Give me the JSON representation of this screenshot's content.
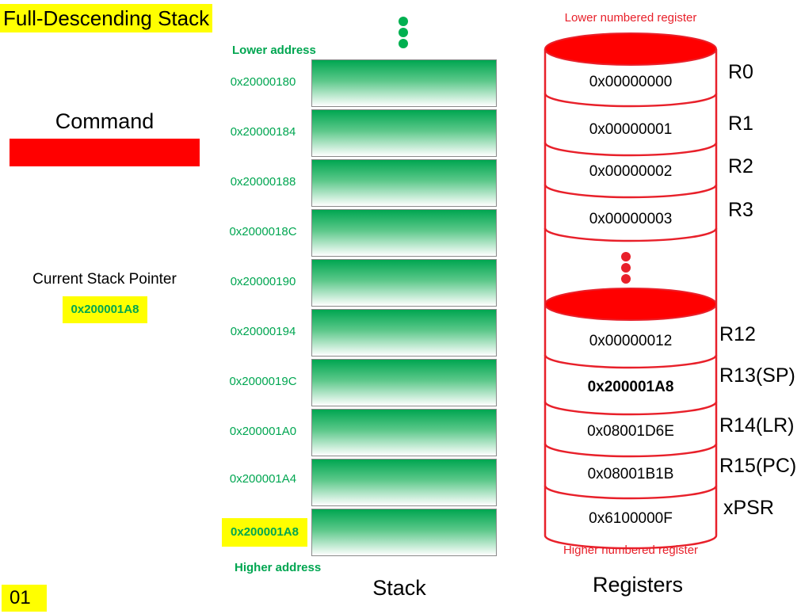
{
  "title": "Full-Descending Stack",
  "command": {
    "label": "Command",
    "bar_color": "#ff0000"
  },
  "stack_pointer": {
    "label": "Current Stack Pointer",
    "value": "0x200001A8"
  },
  "stack": {
    "lower_note": "Lower address",
    "higher_note": "Higher address",
    "label": "Stack",
    "addresses": [
      "0x20000180",
      "0x20000184",
      "0x20000188",
      "0x2000018C",
      "0x20000190",
      "0x20000194",
      "0x2000019C",
      "0x200001A0",
      "0x200001A4",
      "0x200001A8"
    ],
    "highlighted_address": "0x200001A8",
    "cell_color": "#00a651"
  },
  "registers": {
    "lower_note": "Lower numbered register",
    "higher_note": "Higher numbered register",
    "label": "Registers",
    "accent_color": "#e8202a",
    "top_group": [
      {
        "name": "R0",
        "value": "0x00000000"
      },
      {
        "name": "R1",
        "value": "0x00000001"
      },
      {
        "name": "R2",
        "value": "0x00000002"
      },
      {
        "name": "R3",
        "value": "0x00000003"
      }
    ],
    "bottom_group": [
      {
        "name": "R12",
        "value": "0x00000012"
      },
      {
        "name": "R13(SP)",
        "value": "0x200001A8"
      },
      {
        "name": "R14(LR)",
        "value": "0x08001D6E"
      },
      {
        "name": "R15(PC)",
        "value": "0x08001B1B"
      },
      {
        "name": "xPSR",
        "value": "0x6100000F"
      }
    ]
  },
  "page_number": "01"
}
